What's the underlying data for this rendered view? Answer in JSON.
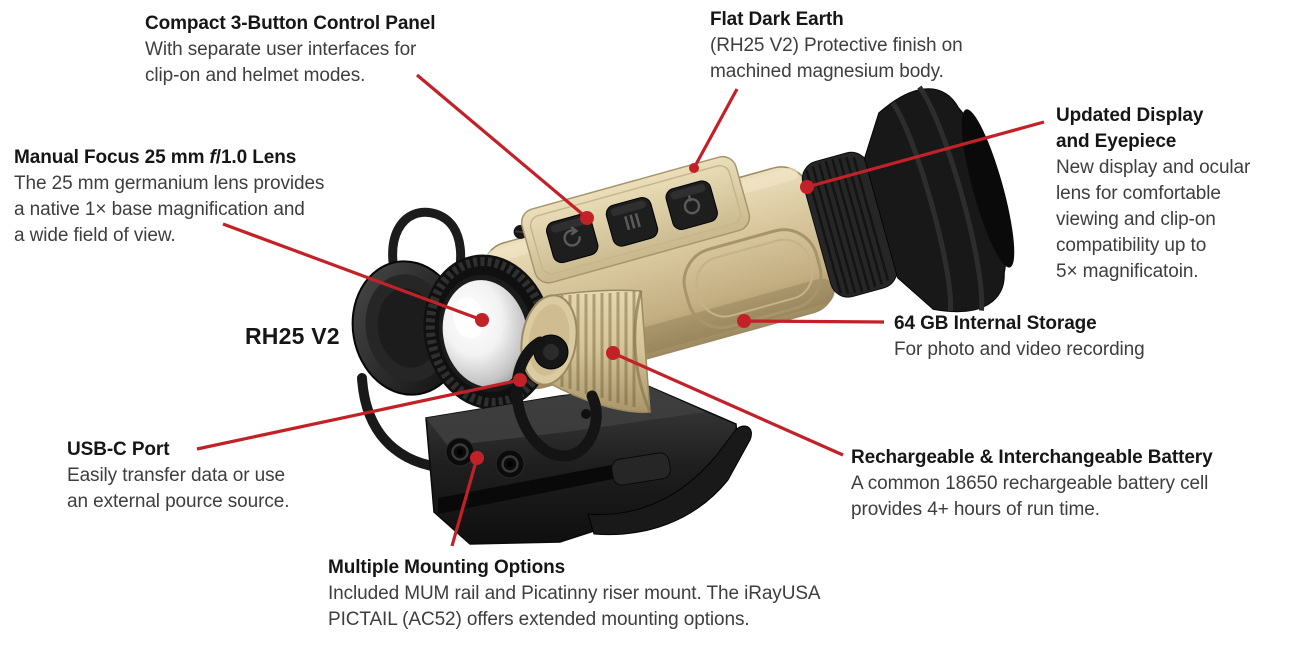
{
  "page": {
    "background": "#ffffff"
  },
  "colors": {
    "accent_red": "#c32128",
    "heading_text": "#161616",
    "body_text": "#3e3e3e",
    "body_tan": "#d6c49c",
    "hardware_black": "#1a1a1a"
  },
  "product": {
    "model_label": "RH25 V2"
  },
  "callouts": [
    {
      "id": "control-panel",
      "title": "Compact 3-Button Control Panel",
      "lines": [
        "With separate user interfaces for",
        "clip-on and helmet modes."
      ]
    },
    {
      "id": "finish",
      "title": "Flat Dark Earth",
      "lines": [
        "(RH25 V2) Protective finish on",
        "machined magnesium body."
      ]
    },
    {
      "id": "display-eyepiece",
      "title": "Updated Display and Eyepiece",
      "title_lines": [
        "Updated Display",
        "and Eyepiece"
      ],
      "lines": [
        "New display and ocular",
        "lens for comfortable",
        "viewing and clip-on",
        "compatibility up to",
        "5× magnificatoin."
      ]
    },
    {
      "id": "lens",
      "title": "Manual Focus 25 mm f/1.0 Lens",
      "title_parts": {
        "pre": "Manual Focus 25 mm ",
        "italic": "f",
        "post": "/1.0 Lens"
      },
      "lines": [
        "The 25 mm germanium lens provides",
        "a native 1× base magnification and",
        "a wide field of view."
      ]
    },
    {
      "id": "storage",
      "title": "64 GB Internal Storage",
      "lines": [
        "For photo and video recording"
      ]
    },
    {
      "id": "usb-port",
      "title": "USB-C Port",
      "lines": [
        "Easily transfer data or use",
        "an external pource source."
      ]
    },
    {
      "id": "battery",
      "title": "Rechargeable & Interchangeable Battery",
      "lines": [
        "A common 18650 rechargeable battery cell",
        "provides 4+ hours of run time."
      ]
    },
    {
      "id": "mounting",
      "title": "Multiple Mounting Options",
      "lines": [
        "Included MUM rail and Picatinny riser mount. The iRayUSA",
        "PICTAIL (AC52) offers extended mounting options."
      ]
    }
  ]
}
